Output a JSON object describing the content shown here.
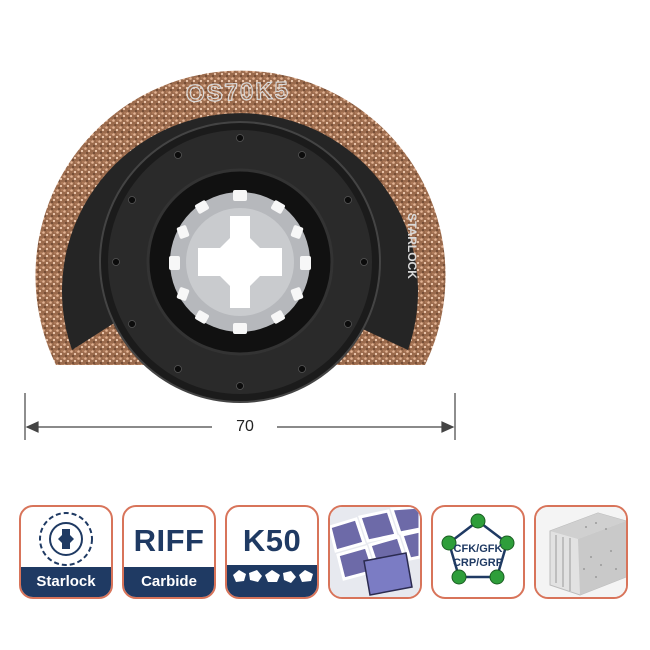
{
  "blade": {
    "model_label": "OS70K5",
    "brand_label": "STARLOCK"
  },
  "dimension": {
    "value": "70"
  },
  "badges": {
    "starlock": {
      "label": "Starlock"
    },
    "riff": {
      "title": "RIFF",
      "label": "Carbide"
    },
    "k50": {
      "title": "K50"
    },
    "tiles": {
      "icon": "tile-grout-icon"
    },
    "materials": {
      "line1": "CFK/GFK",
      "line2": "CRP/GRP"
    },
    "aerated": {
      "icon": "aerated-concrete-icon"
    }
  },
  "colors": {
    "badge_border": "#d8745a",
    "badge_footer": "#1f3a63",
    "node_green": "#2e9e3a",
    "carbide_rim": "#b8825f",
    "blade_dark": "#252525"
  }
}
